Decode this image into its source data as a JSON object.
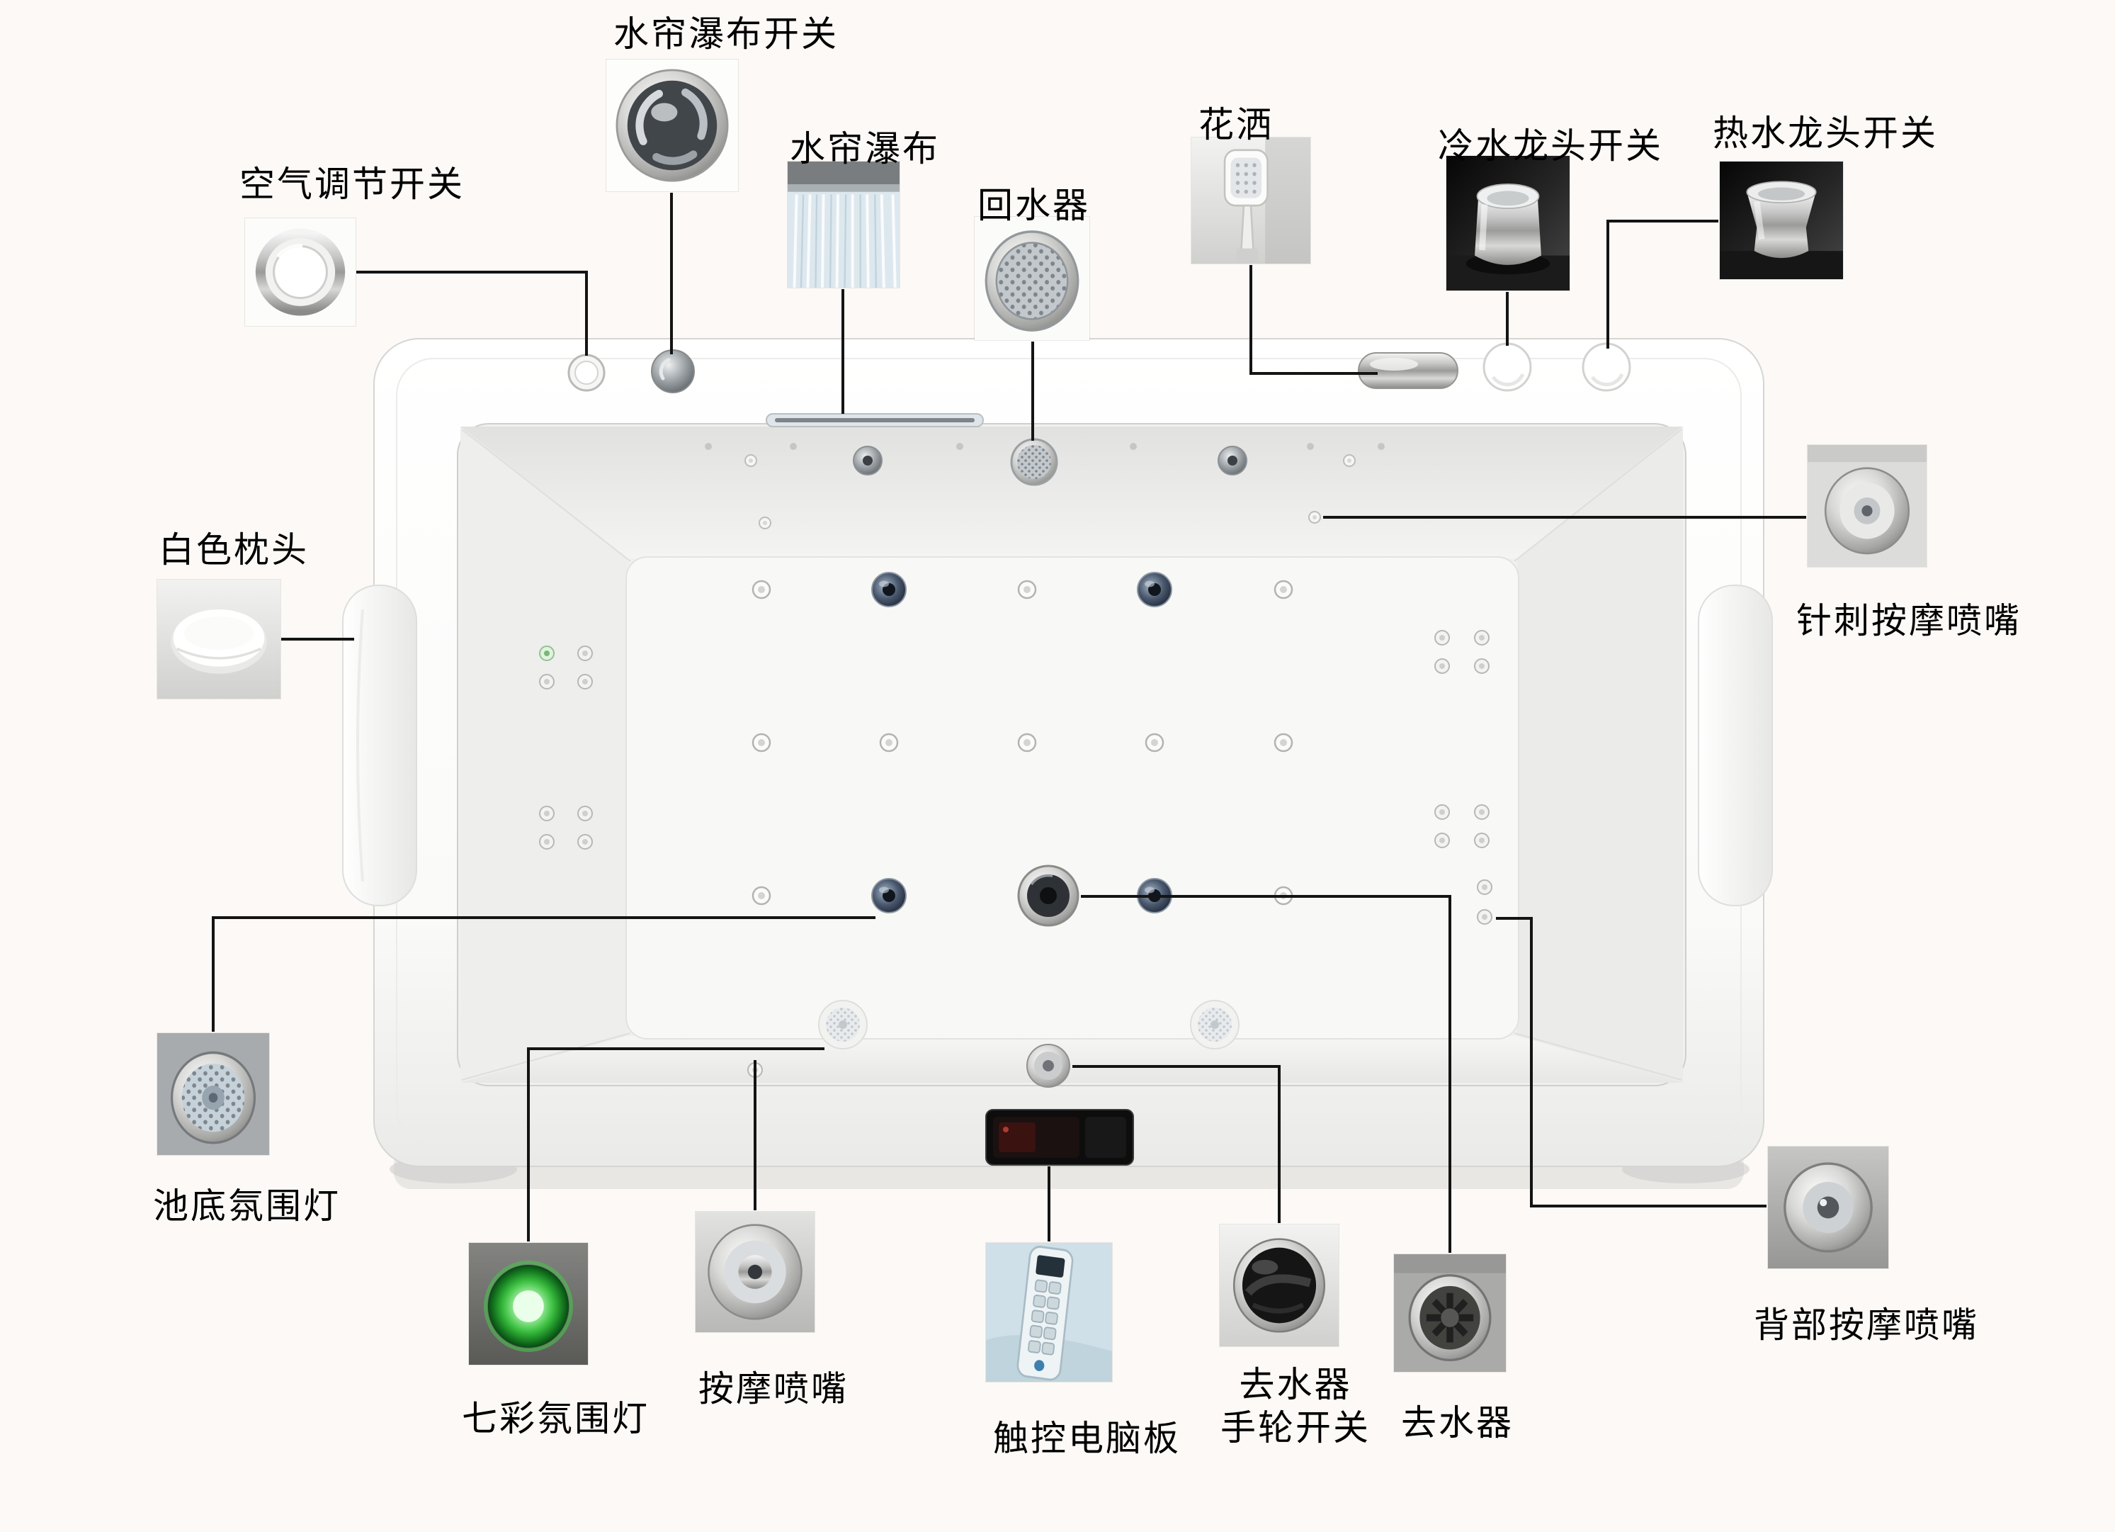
{
  "diagram": {
    "type": "product-annotation",
    "subject": "whirlpool-bathtub-top-view"
  },
  "colors": {
    "background": "#fcf9f6",
    "connector_line": "#141414",
    "label_text": "#000000",
    "tub_white": "#fbfbf9",
    "jet_dark_blue": "#4a586e",
    "ambient_green": "#39bd3e",
    "chrome": "#b5b5b3",
    "panel_black": "#0d0d0d"
  },
  "callouts": {
    "waterfall_switch": {
      "label": "水帘瀑布开关"
    },
    "waterfall": {
      "label": "水帘瀑布"
    },
    "air_switch": {
      "label": "空气调节开关"
    },
    "water_return": {
      "label": "回水器"
    },
    "shower": {
      "label": "花洒"
    },
    "cold_faucet_switch": {
      "label": "冷水龙头开关"
    },
    "hot_faucet_switch": {
      "label": "热水龙头开关"
    },
    "needle_massage_nozzle": {
      "label": "针刺按摩喷嘴"
    },
    "white_pillow": {
      "label": "白色枕头"
    },
    "bottom_ambient_light": {
      "label": "池底氛围灯"
    },
    "colorful_ambient_light": {
      "label": "七彩氛围灯"
    },
    "massage_nozzle": {
      "label": "按摩喷嘴"
    },
    "touch_control_panel": {
      "label": "触控电脑板"
    },
    "drain_handwheel_switch": {
      "line1": "去水器",
      "line2": "手轮开关"
    },
    "drain": {
      "label": "去水器"
    },
    "back_massage_nozzle": {
      "label": "背部按摩喷嘴"
    }
  }
}
